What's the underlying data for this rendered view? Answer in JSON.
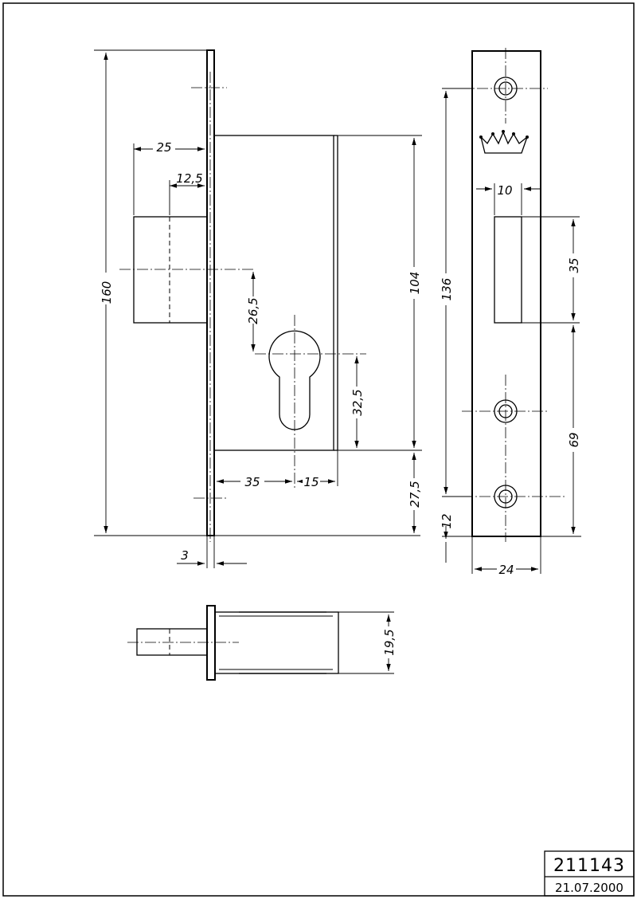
{
  "drawing": {
    "dimensions": {
      "faceplate_length": "160",
      "bolt_width": "25",
      "bolt_offset": "12,5",
      "cylinder_to_top": "26,5",
      "case_height": "104",
      "cylinder_length": "32,5",
      "backset": "35",
      "cylinder_center": "15",
      "case_to_bottom": "27,5",
      "plate_thickness": "3",
      "strike_length": "136",
      "strike_hole_width": "10",
      "strike_hole_height": "35",
      "screw_spacing": "69",
      "strike_bottom_margin": "12",
      "strike_width": "24",
      "bolt_projection": "19,5"
    }
  },
  "title_block": {
    "drawing_number": "211143",
    "date": "21.07.2000"
  }
}
